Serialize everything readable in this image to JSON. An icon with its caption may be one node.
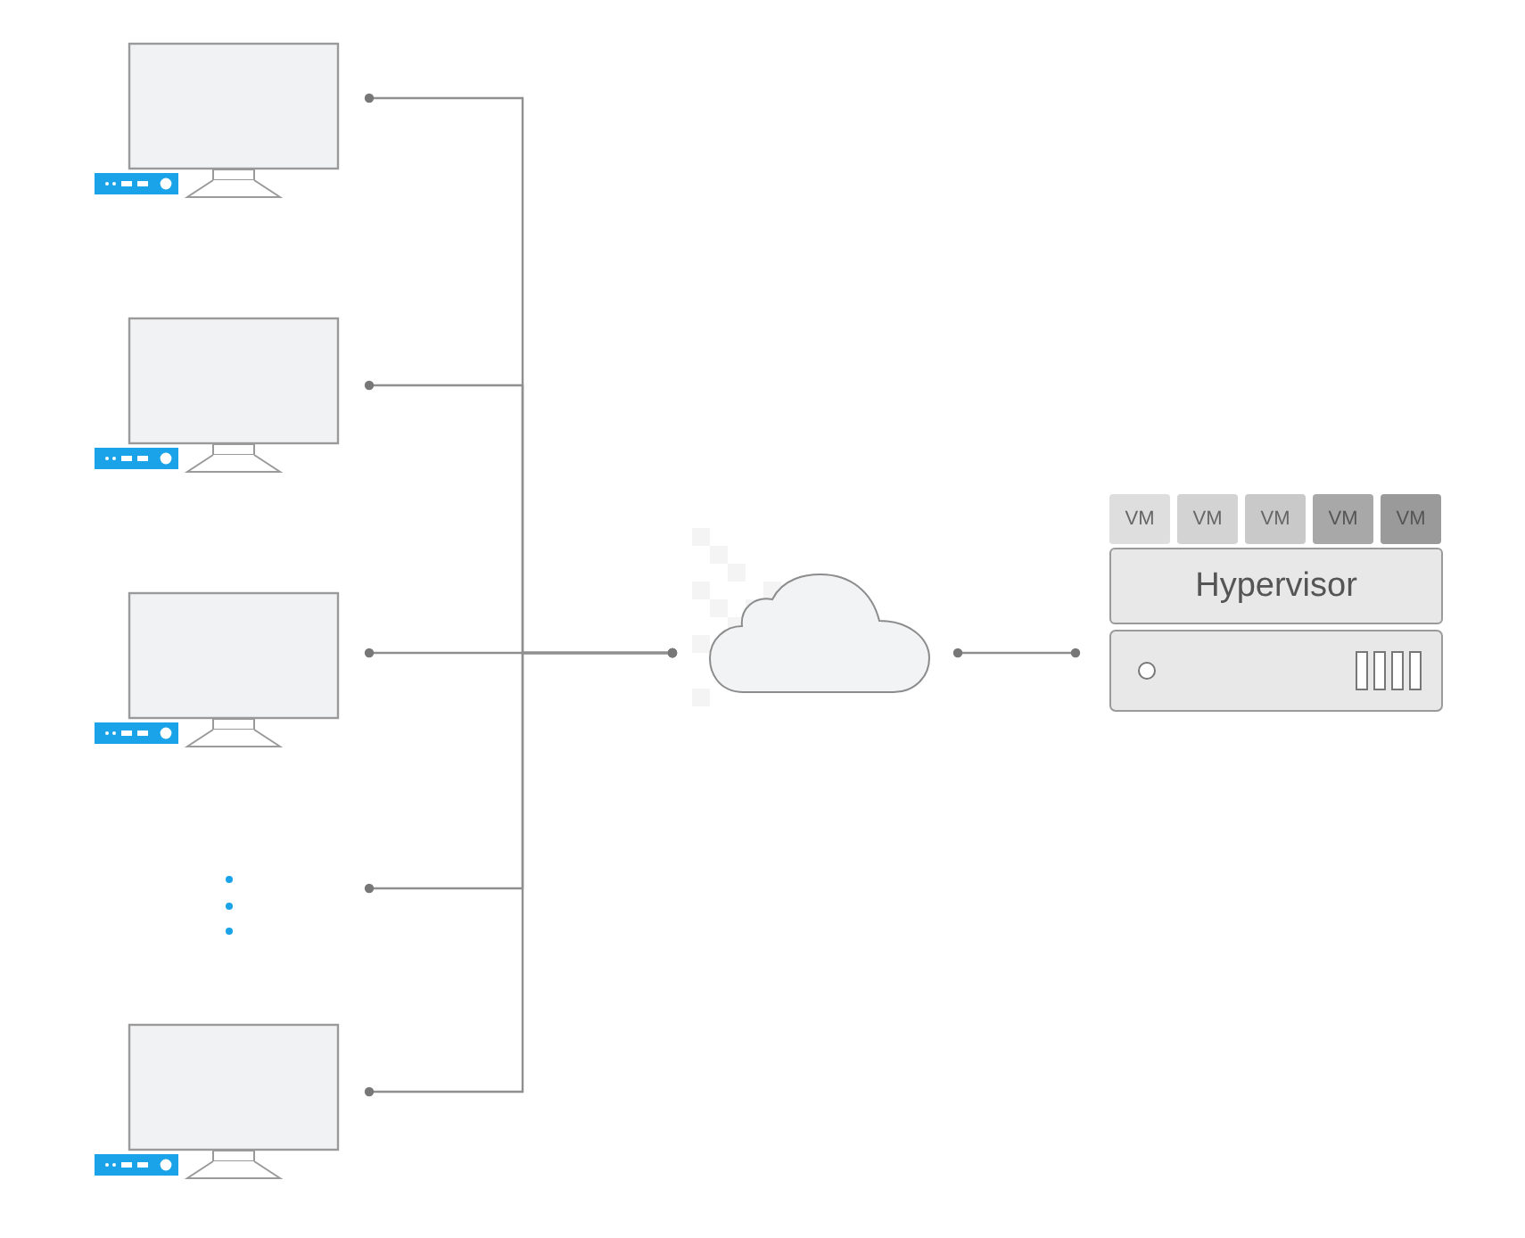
{
  "diagram": {
    "nodes": [
      {
        "text": [],
        "shape": "monitor"
      },
      {
        "text": [],
        "shape": "monitor"
      },
      {
        "text": [],
        "shape": "monitor"
      },
      {
        "text": [],
        "shape": "dots"
      },
      {
        "text": [],
        "shape": "monitor"
      },
      {
        "text": [],
        "shape": "cloud"
      },
      {
        "text": [
          "VM"
        ]
      },
      {
        "text": [
          "VM"
        ]
      },
      {
        "text": [
          "VM"
        ]
      },
      {
        "text": [
          "VM"
        ]
      },
      {
        "text": [
          "VM"
        ]
      },
      {
        "text": [
          "Hypervisor"
        ]
      },
      {
        "text": [],
        "shape": "box"
      }
    ],
    "edges": [
      {
        "from": 0,
        "to": 5,
        "arrow": "other"
      },
      {
        "from": 1,
        "to": 5,
        "arrow": "other"
      },
      {
        "from": 2,
        "to": 5,
        "arrow": "other"
      },
      {
        "from": 3,
        "to": 5,
        "arrow": "other"
      },
      {
        "from": 4,
        "to": 5,
        "arrow": "other"
      },
      {
        "from": 5,
        "to": 12,
        "arrow": "other"
      }
    ]
  }
}
